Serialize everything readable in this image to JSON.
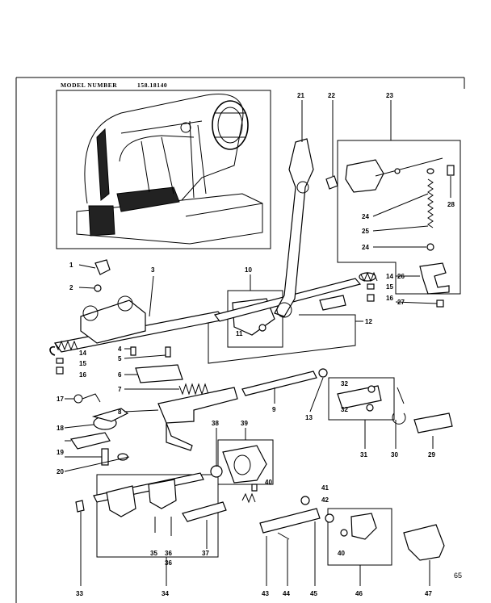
{
  "header": {
    "model_label": "MODEL NUMBER",
    "model_number": "158.18140"
  },
  "page_code": "65",
  "part_numbers": [
    "1",
    "2",
    "3",
    "4",
    "5",
    "6",
    "7",
    "8",
    "9",
    "10",
    "11",
    "12",
    "13",
    "14",
    "15",
    "16",
    "17",
    "18",
    "19",
    "20",
    "21",
    "22",
    "23",
    "24",
    "25",
    "26",
    "27",
    "28",
    "29",
    "30",
    "31",
    "32",
    "33",
    "34",
    "35",
    "36",
    "37",
    "38",
    "39",
    "40",
    "41",
    "42",
    "43",
    "44",
    "45",
    "46",
    "47"
  ],
  "callouts": {
    "c1": "1",
    "c2": "2",
    "c3": "3",
    "c4": "4",
    "c5": "5",
    "c6": "6",
    "c7": "7",
    "c8": "8",
    "c9": "9",
    "c10": "10",
    "c11": "11",
    "c12": "12",
    "c13": "13",
    "c14a": "14",
    "c14b": "14",
    "c15a": "15",
    "c15b": "15",
    "c16a": "16",
    "c16b": "16",
    "c17": "17",
    "c18": "18",
    "c19": "19",
    "c20": "20",
    "c21": "21",
    "c22": "22",
    "c23": "23",
    "c24a": "24",
    "c24b": "24",
    "c25": "25",
    "c26": "26",
    "c27": "27",
    "c28": "28",
    "c29": "29",
    "c30": "30",
    "c31": "31",
    "c32a": "32",
    "c32b": "32",
    "c33": "33",
    "c34": "34",
    "c35": "35",
    "c36a": "36",
    "c36b": "36",
    "c37": "37",
    "c38": "38",
    "c39": "39",
    "c40a": "40",
    "c40b": "40",
    "c41": "41",
    "c42": "42",
    "c43": "43",
    "c44": "44",
    "c45": "45",
    "c46": "46",
    "c47": "47"
  }
}
